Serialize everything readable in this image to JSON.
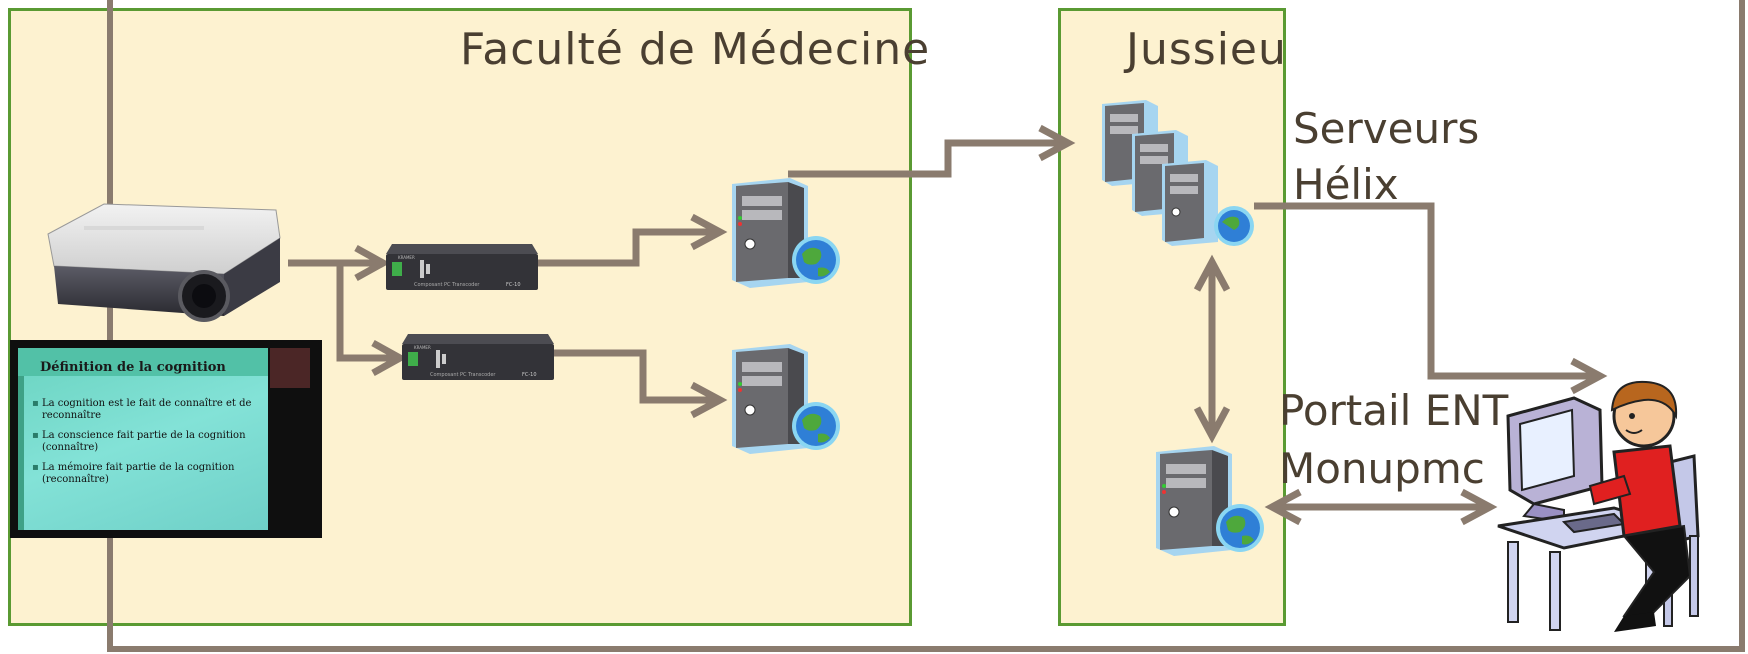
{
  "diagram": {
    "faculte": {
      "title": "Faculté de Médecine"
    },
    "jussieu": {
      "title": "Jussieu"
    },
    "serveurs": {
      "line1": "Serveurs",
      "line2": "Hélix"
    },
    "portail": {
      "line1": "Portail ENT",
      "line2": "Monupmc"
    },
    "slide": {
      "title": "Définition de la cognition",
      "bullets": [
        "La cognition est le fait de connaître et de reconnaître",
        "La conscience fait partie de la cognition (connaître)",
        "La mémoire fait partie de la cognition (reconnaître)"
      ]
    },
    "encoder": {
      "brand": "Composant PC Transcoder",
      "model": "FC-10",
      "badge": "KRAMER"
    },
    "colors": {
      "box_fill": "#fdf2d0",
      "box_border": "#5a9a32",
      "arrow": "#8a7b6e",
      "text": "#4a3f31"
    },
    "icons": [
      "projector-icon",
      "encoder-icon",
      "server-icon",
      "globe-icon",
      "server-rack-icon",
      "user-computer-icon"
    ]
  }
}
